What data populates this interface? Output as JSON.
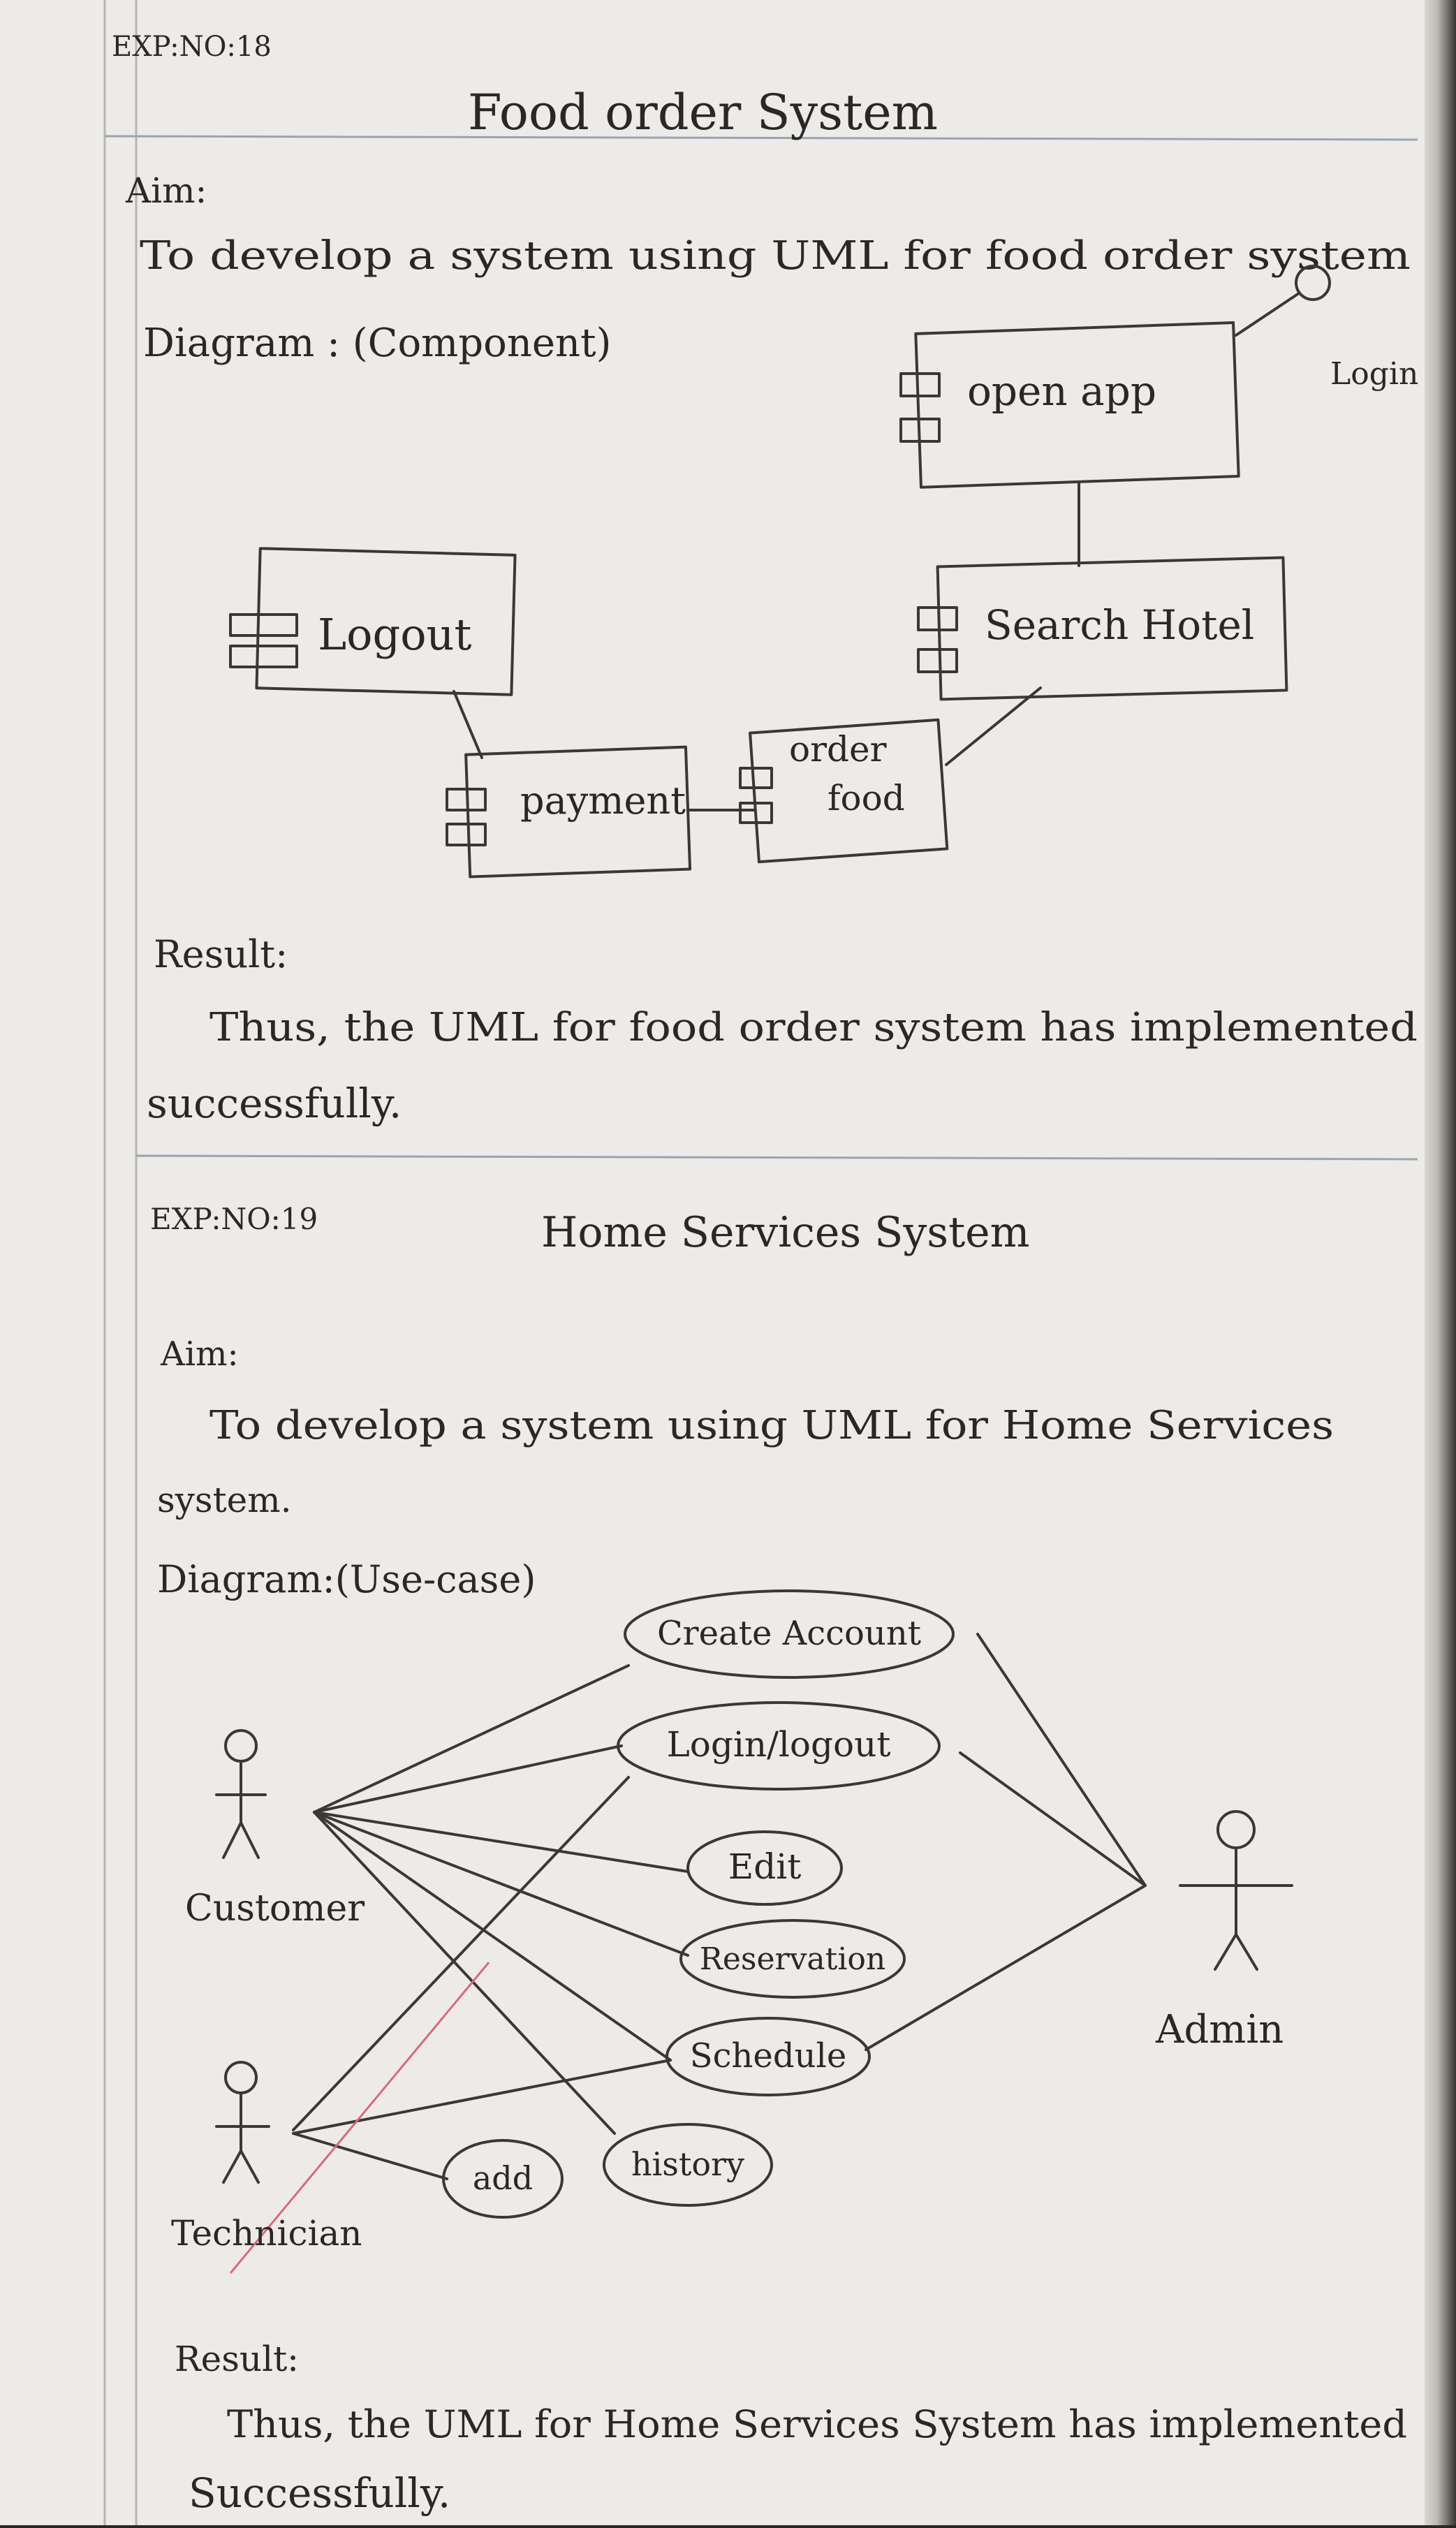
{
  "exp18": {
    "number": "EXP:NO:18",
    "title": "Food order System",
    "aim_heading": "Aim:",
    "aim_text": "To develop a system using UML for food order system",
    "diagram_heading": "Diagram : (Component)",
    "components": {
      "open_app": "open app",
      "login": "Login",
      "search_hotel": "Search Hotel",
      "logout": "Logout",
      "payment": "payment",
      "order": "order",
      "food": "food"
    },
    "result_heading": "Result:",
    "result_line1": "Thus, the UML for food order system has implemented",
    "result_line2": "successfully."
  },
  "exp19": {
    "number": "EXP:NO:19",
    "title": "Home Services System",
    "aim_heading": "Aim:",
    "aim_line1": "To develop a system using UML for Home Services",
    "aim_line2": "system.",
    "diagram_heading": "Diagram:(Use-case)",
    "actors": {
      "customer": "Customer",
      "technician": "Technician",
      "admin": "Admin"
    },
    "use_cases": {
      "create_account": "Create Account",
      "login_logout": "Login/logout",
      "edit": "Edit",
      "reservation": "Reservation",
      "schedule": "Schedule",
      "add": "add",
      "history": "history"
    },
    "result_heading": "Result:",
    "result_line1": "Thus, the UML for Home Services System has implemented",
    "result_line2": "Successfully."
  }
}
